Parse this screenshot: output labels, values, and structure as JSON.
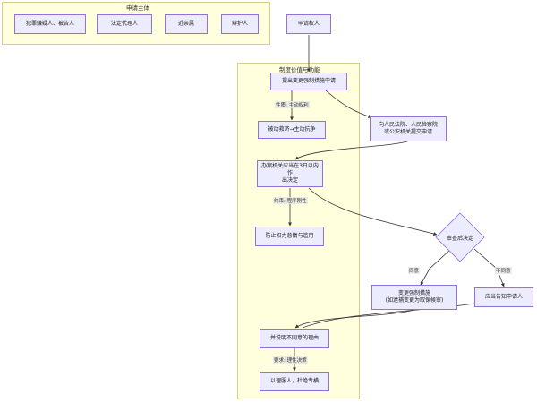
{
  "clusters": {
    "subject": {
      "title": "申请主体"
    },
    "system": {
      "title": "制度价值与功能"
    }
  },
  "nodes": {
    "suspect": "犯罪嫌疑人、被告人",
    "legal_rep": "法定代理人",
    "relatives": "近亲属",
    "defender": "辩护人",
    "applicant": "申请权人",
    "apply": "提出变更强制措施申请",
    "passive": "被动救济→主动抗争",
    "submit": "向人民法院、人民检察院\n或公安机关提交申请",
    "decide": "办案机关应当在3日以内作\n出决定",
    "prevent": "防止权力怠惰与滥用",
    "review": "审查后决定",
    "change": "变更强制措施\n(如逮捕变更为取保候审)",
    "notify": "应当告知申请人",
    "explain": "并说明不同意的理由",
    "respect": "以理服人，杜绝专横"
  },
  "edge_labels": {
    "nature": "性质: 主动权利",
    "constraint": "约束: 程序刚性",
    "agree": "同意",
    "disagree": "不同意",
    "require": "要求: 理性决策"
  },
  "colors": {
    "node_fill": "#ececff",
    "node_border": "#9370db",
    "cluster_fill": "#ffffde",
    "cluster_border": "#d8d08a",
    "edge": "#333333"
  }
}
